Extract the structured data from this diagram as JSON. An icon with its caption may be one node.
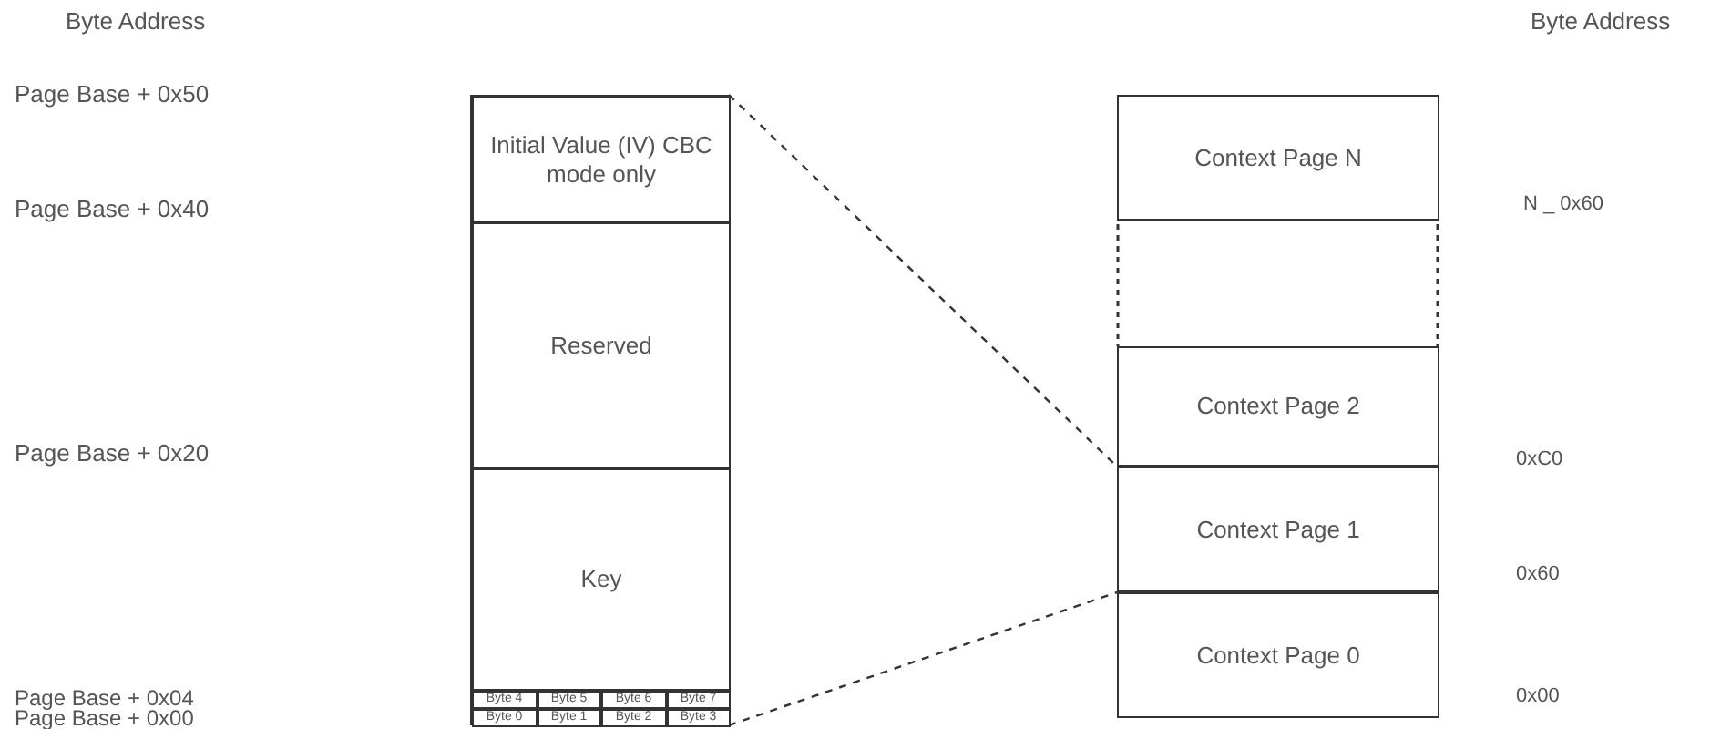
{
  "diagram": {
    "nodes": [
      {
        "text": [],
        "shape": "box"
      },
      {
        "text": [
          "Initial Value (IV) CBC mode only"
        ],
        "in": 0
      },
      {
        "text": [
          "Reserved"
        ],
        "in": 0
      },
      {
        "text": [
          "Key"
        ],
        "in": 0
      },
      {
        "text": [
          "Byte 4"
        ],
        "in": 0
      },
      {
        "text": [
          "Byte 5"
        ],
        "in": 0
      },
      {
        "text": [
          "Byte 6"
        ],
        "in": 0
      },
      {
        "text": [
          "Byte 7"
        ],
        "in": 0
      },
      {
        "text": [
          "Byte 0"
        ],
        "in": 0
      },
      {
        "text": [
          "Byte 1"
        ],
        "in": 0
      },
      {
        "text": [
          "Byte 2"
        ],
        "in": 0
      },
      {
        "text": [
          "Byte 3"
        ],
        "in": 0
      },
      {
        "text": [
          "Context Page N"
        ]
      },
      {
        "text": [
          "Context Page 2"
        ]
      },
      {
        "text": [
          "Context Page 1"
        ]
      },
      {
        "text": [
          "Context Page 0"
        ]
      }
    ],
    "edges": [
      {
        "from": 0,
        "to": 14,
        "arrow": "none",
        "style": "dashed"
      },
      {
        "from": 0,
        "to": 14,
        "arrow": "none",
        "style": "dashed"
      }
    ],
    "labels": [
      "Byte Address",
      "Byte Address",
      "Page Base + 0x50",
      "Page Base + 0x40",
      "N _ 0x60",
      "Page Base + 0x20",
      "0xC0",
      "0x60",
      "Page Base + 0x04",
      "Page Base + 0x00",
      "0x00"
    ]
  }
}
